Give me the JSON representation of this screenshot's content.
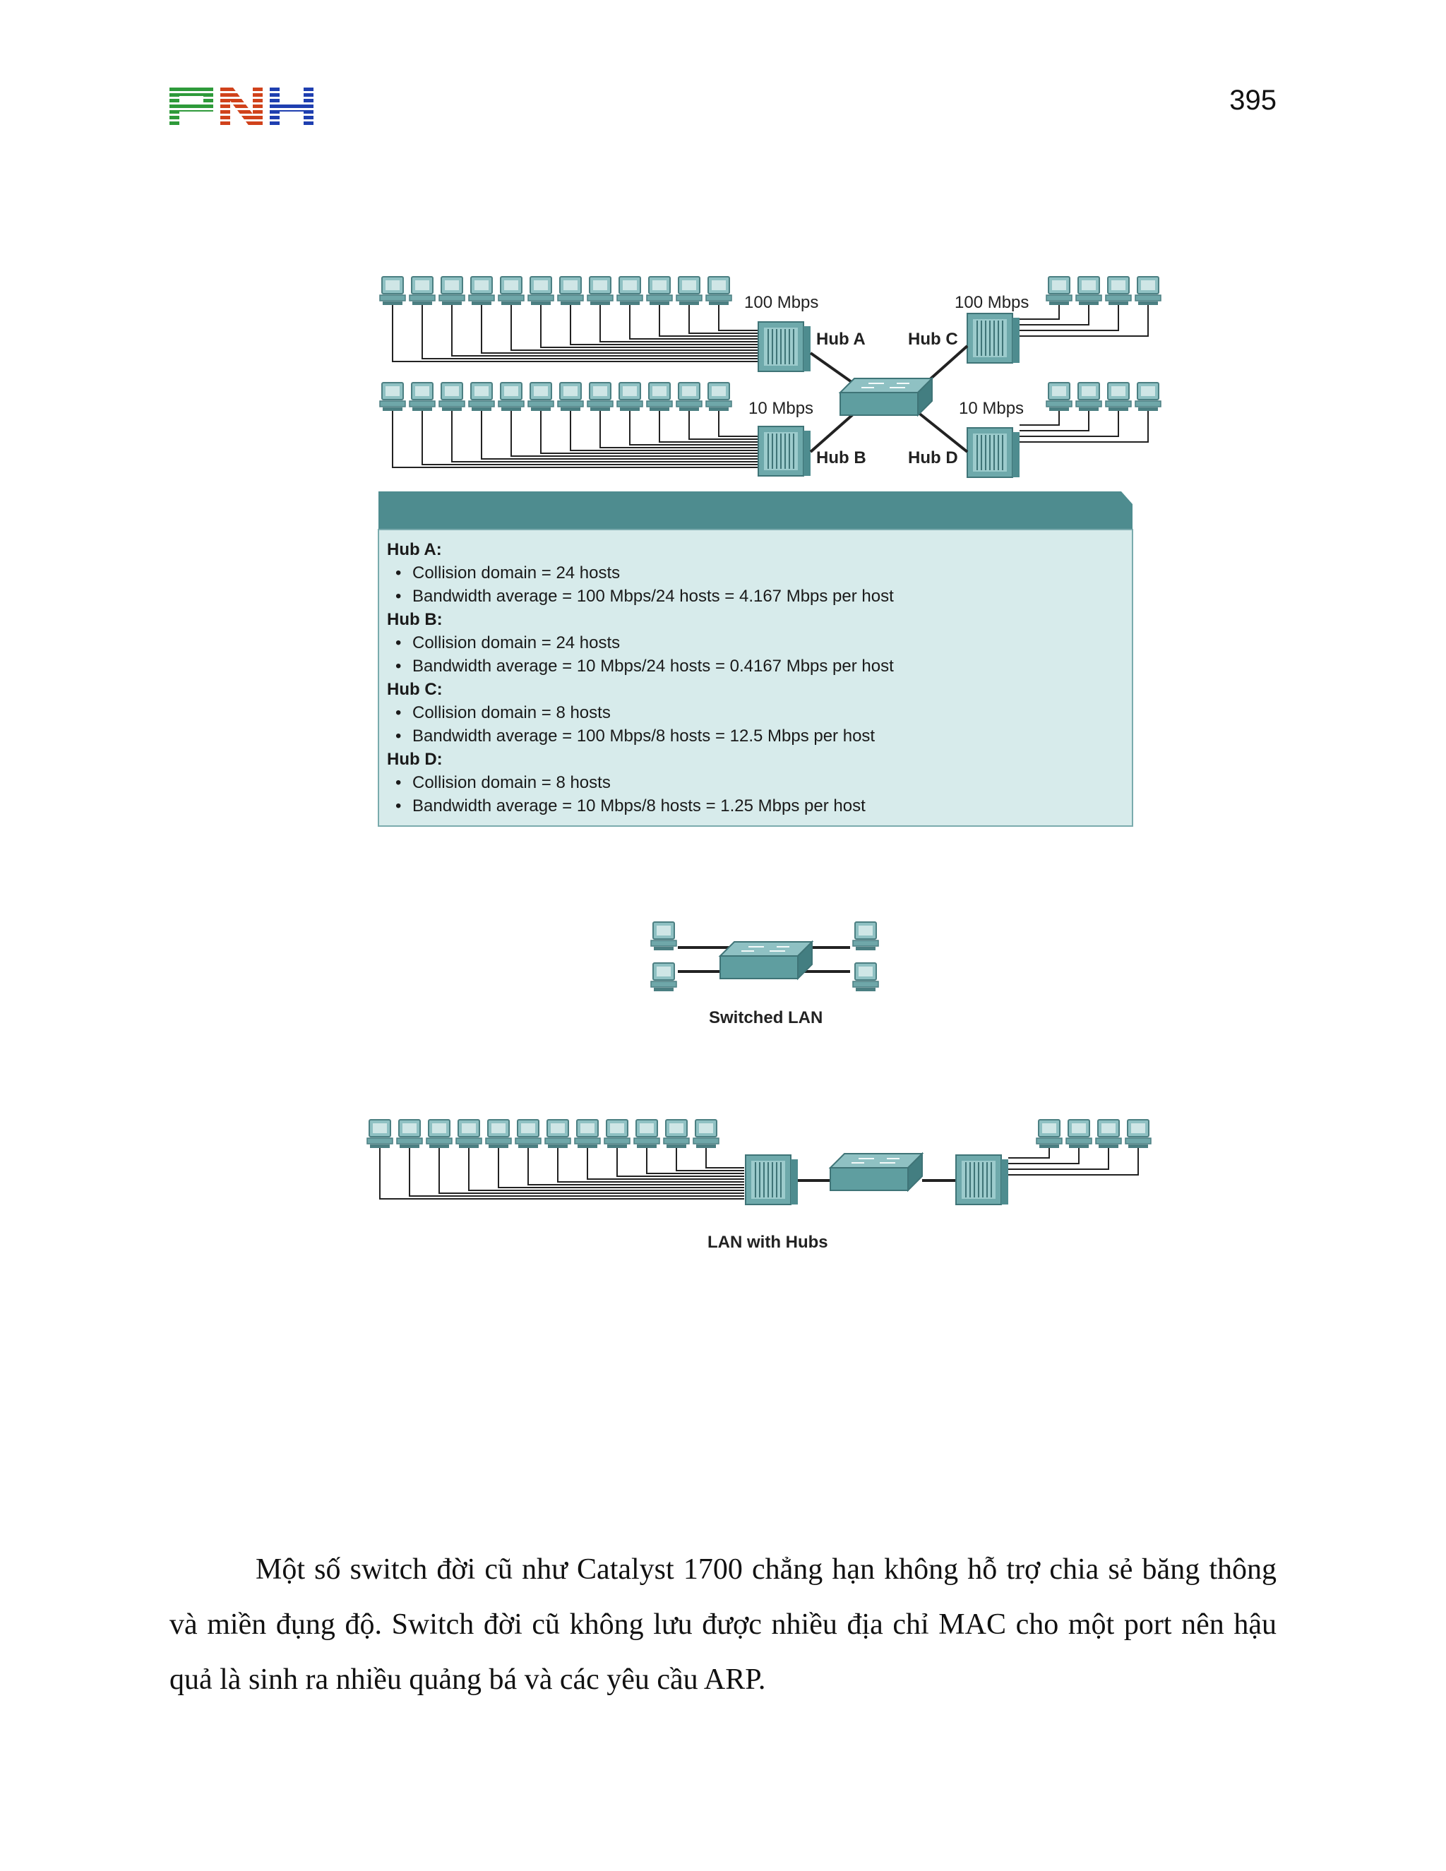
{
  "header": {
    "logo_text": "PNH",
    "page_number": "395"
  },
  "figure1": {
    "hubs": {
      "hub_a": {
        "label": "Hub A",
        "speed": "100 Mbps"
      },
      "hub_b": {
        "label": "Hub B",
        "speed": "10 Mbps"
      },
      "hub_c": {
        "label": "Hub C",
        "speed": "100 Mbps"
      },
      "hub_d": {
        "label": "Hub D",
        "speed": "10 Mbps"
      }
    },
    "info": [
      {
        "title": "Hub A:",
        "collision": "Collision domain = 24 hosts",
        "bandwidth": "Bandwidth average = 100 Mbps/24 hosts = 4.167 Mbps per host"
      },
      {
        "title": "Hub B:",
        "collision": "Collision domain = 24 hosts",
        "bandwidth": "Bandwidth average = 10 Mbps/24 hosts = 0.4167 Mbps per host"
      },
      {
        "title": "Hub C:",
        "collision": "Collision domain = 8 hosts",
        "bandwidth": "Bandwidth average = 100 Mbps/8 hosts = 12.5 Mbps per host"
      },
      {
        "title": "Hub D:",
        "collision": "Collision domain = 8 hosts",
        "bandwidth": "Bandwidth average = 10 Mbps/8 hosts = 1.25 Mbps per host"
      }
    ]
  },
  "figure2": {
    "caption": "Switched LAN"
  },
  "figure3": {
    "caption": "LAN with Hubs"
  },
  "body": {
    "paragraph": "Một số switch đời cũ như Catalyst 1700 chẳng hạn không hỗ trợ chia sẻ băng thông và miền đụng độ. Switch đời cũ không lưu được nhiều địa chỉ MAC cho một port nên hậu quả là sinh ra nhiều quảng bá và các yêu cầu ARP."
  },
  "colors": {
    "logo_green": "#2e9a3a",
    "logo_red": "#d0421b",
    "logo_blue": "#1f3fb0",
    "device_teal": "#5f9ea0",
    "info_fill": "#d7ebeb",
    "info_header": "#4e8c8f"
  }
}
